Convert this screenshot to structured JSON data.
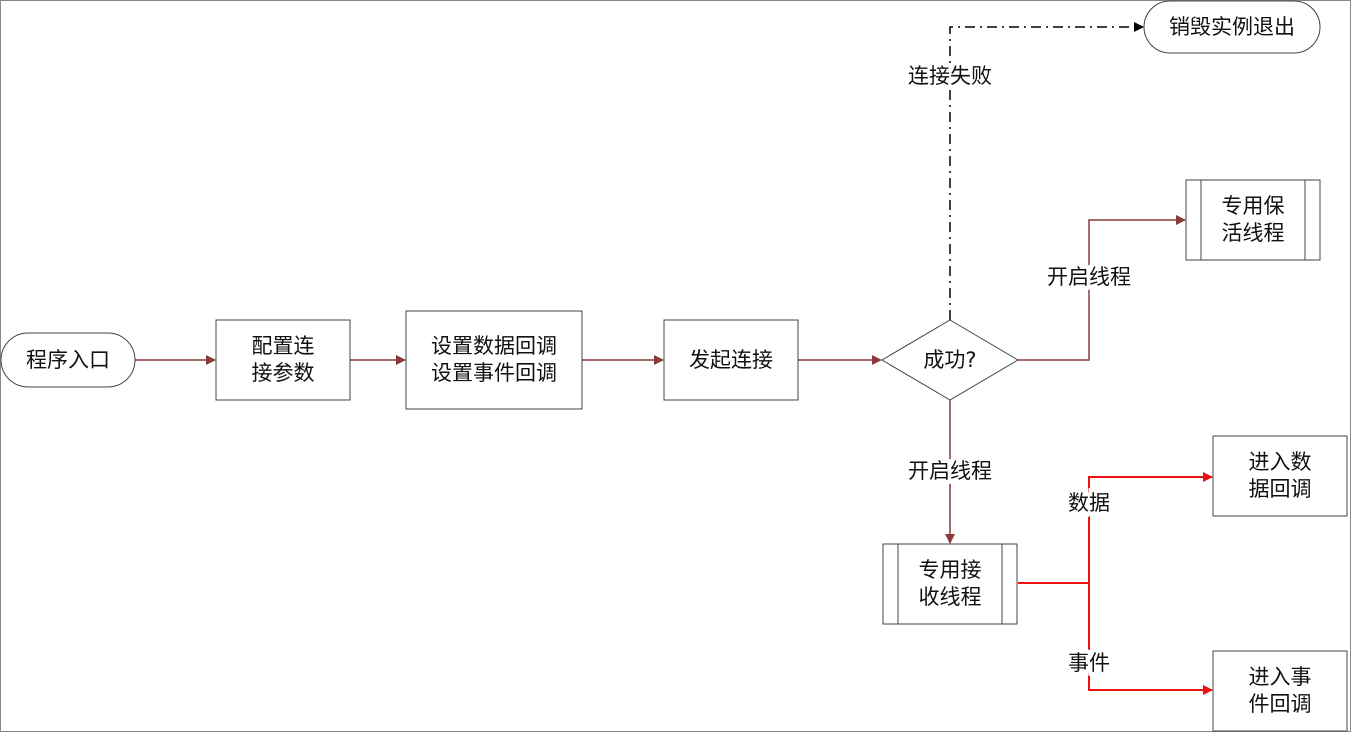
{
  "diagram": {
    "nodes": {
      "start": "程序入口",
      "config_line1": "配置连",
      "config_line2": "接参数",
      "callbacks_line1": "设置数据回调",
      "callbacks_line2": "设置事件回调",
      "connect": "发起连接",
      "decision": "成功?",
      "exit": "销毁实例退出",
      "keepalive_line1": "专用保",
      "keepalive_line2": "活线程",
      "receive_line1": "专用接",
      "receive_line2": "收线程",
      "data_cb_line1": "进入数",
      "data_cb_line2": "据回调",
      "event_cb_line1": "进入事",
      "event_cb_line2": "件回调"
    },
    "edge_labels": {
      "fail": "连接失败",
      "start_keepalive": "开启线程",
      "start_receive": "开启线程",
      "data": "数据",
      "event": "事件"
    },
    "colors": {
      "flow": "#8b3a3a",
      "dispatch": "#ee1111",
      "failure": "#000000",
      "border": "#444444"
    }
  }
}
